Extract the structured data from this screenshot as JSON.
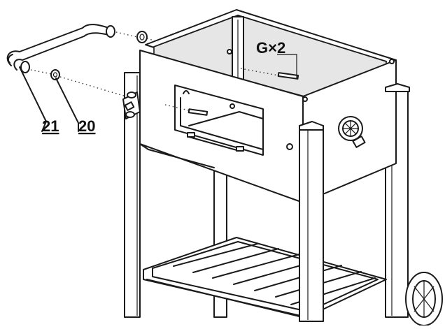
{
  "callouts": {
    "handle_part": "21",
    "washer_part": "20",
    "screws": "G×2"
  }
}
